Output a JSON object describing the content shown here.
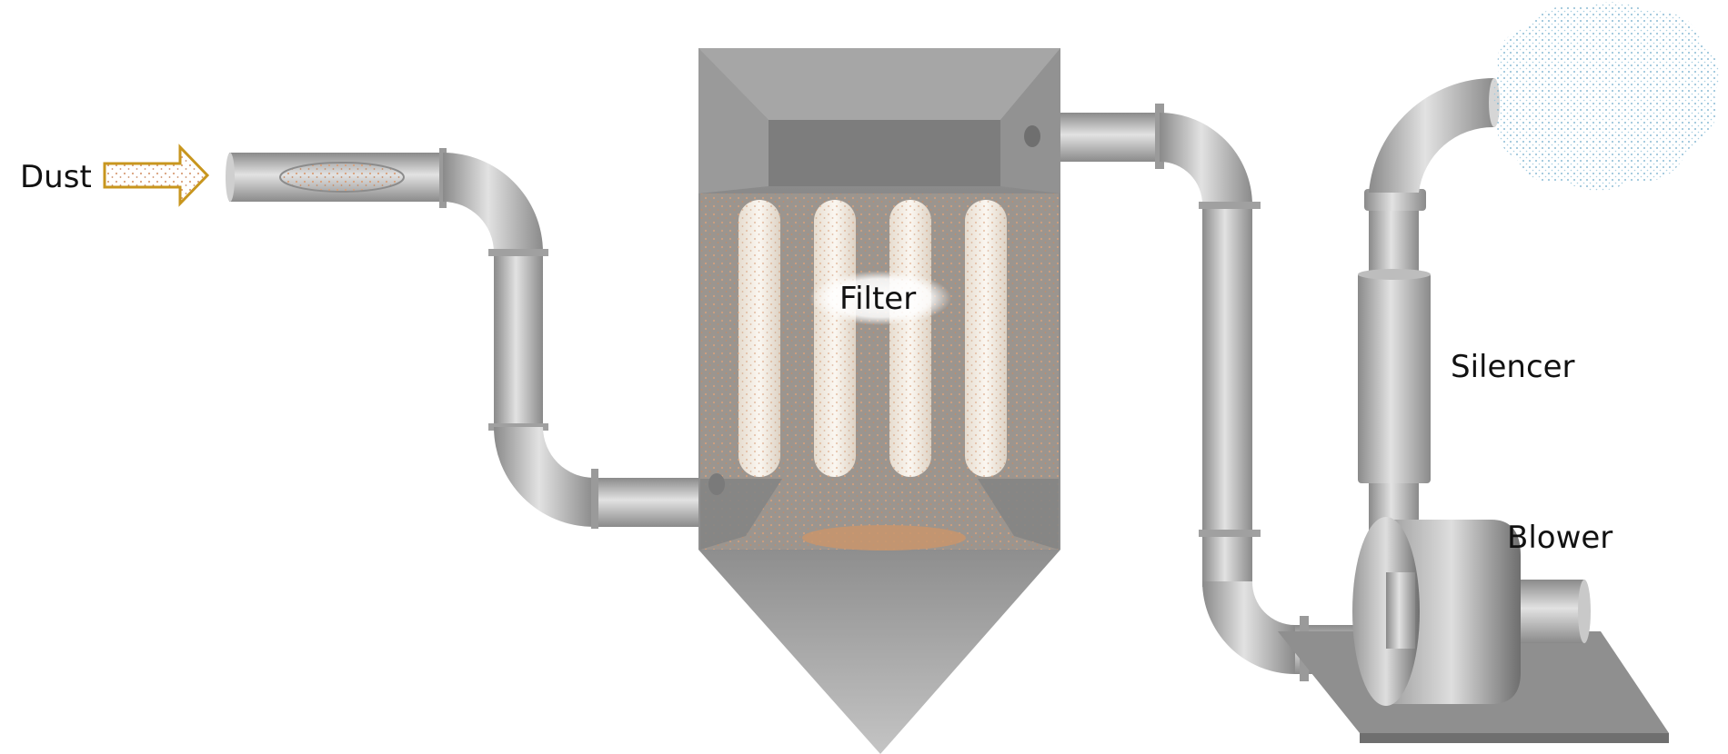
{
  "labels": {
    "dust": "Dust",
    "filter": "Filter",
    "silencer": "Silencer",
    "blower": "Blower"
  },
  "colors": {
    "arrow_stroke": "#c8961e",
    "dust_particles": "#d9a07a",
    "exhaust_cloud": "#7fb5d0",
    "metal_dark": "#8c8c8c",
    "metal_light": "#dcdcdc"
  },
  "icons": {
    "inlet_arrow": "arrow-right-icon",
    "exhaust": "clean-air-cloud-icon"
  }
}
